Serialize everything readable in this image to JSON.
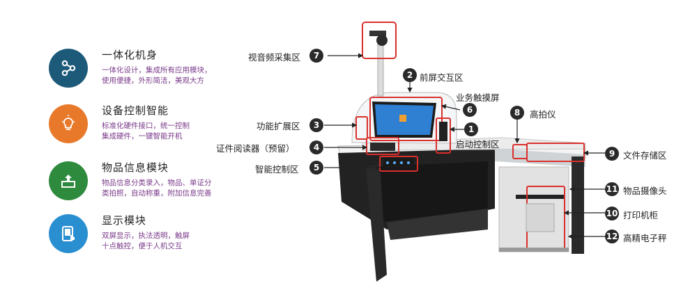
{
  "features": [
    {
      "title": "一体化机身",
      "desc": [
        "一体化设计，集成所有应用模块，",
        "使用便捷，外形简洁，美观大方"
      ],
      "color": "#1d5a7a",
      "icon": "share-icon"
    },
    {
      "title": "设备控制智能",
      "desc": [
        "标准化硬件接口，统一控制",
        "集成硬件，一键智能开机"
      ],
      "color": "#e8792a",
      "icon": "lightbulb-icon"
    },
    {
      "title": "物品信息模块",
      "desc": [
        "物品信息分类录入，物品、单证分",
        "类拍照，自动称重，附加信息完善"
      ],
      "color": "#2e8b3e",
      "icon": "upload-icon"
    },
    {
      "title": "显示模块",
      "desc": [
        "双屏显示，执法透明，触屏",
        "十点触控，便于人机交互"
      ],
      "color": "#2a8fd0",
      "icon": "touch-screen-icon"
    }
  ],
  "callouts": [
    {
      "num": "7",
      "label": "视音频采集区"
    },
    {
      "num": "2",
      "label": "前屏交互区"
    },
    {
      "num": "6",
      "label": "业务触摸屏"
    },
    {
      "num": "8",
      "label": "高拍仪"
    },
    {
      "num": "3",
      "label": "功能扩展区"
    },
    {
      "num": "1",
      "label": "启动控制区"
    },
    {
      "num": "4",
      "label": "证件阅读器（预留）"
    },
    {
      "num": "9",
      "label": "文件存储区"
    },
    {
      "num": "5",
      "label": "智能控制区"
    },
    {
      "num": "11",
      "label": "物品摄像头"
    },
    {
      "num": "10",
      "label": "打印机柜"
    },
    {
      "num": "12",
      "label": "高精电子秤"
    }
  ]
}
